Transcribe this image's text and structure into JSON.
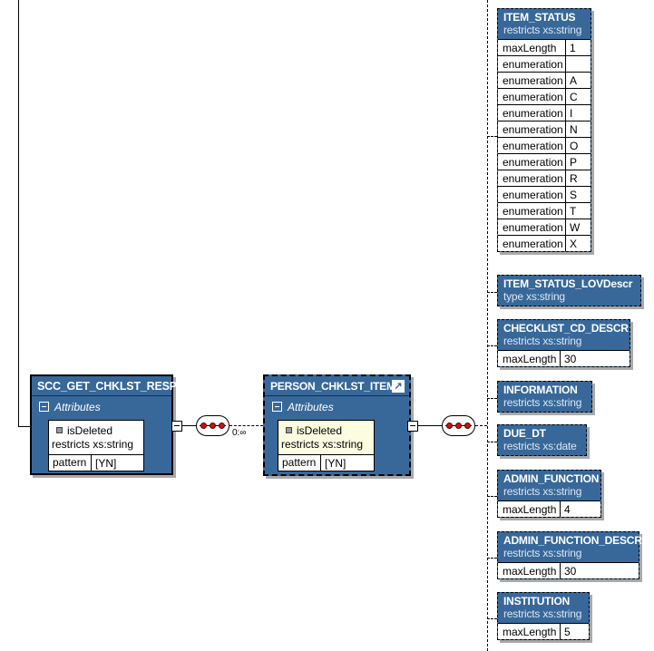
{
  "connector": {
    "multiplicity": "0:∞"
  },
  "icons": {
    "reference_arrow": "↗",
    "collapse": "minus-box",
    "sequence": "three-red-dots",
    "attribute_marker": "small-square"
  },
  "colors": {
    "header_blue": "#386899",
    "attr_panel_yellow": "#FCFCE1",
    "dot_red": "#CC1111",
    "shadow_gray": "#A9A9A9"
  },
  "scc_box": {
    "title": "SCC_GET_CHKLST_RESP",
    "section_label": "Attributes",
    "attribute": {
      "name": "isDeleted",
      "facet": "restricts xs:string",
      "rows": [
        {
          "name": "pattern",
          "value": "[YN]"
        }
      ]
    }
  },
  "person_box": {
    "title": "PERSON_CHKLST_ITEM",
    "section_label": "Attributes",
    "attribute": {
      "name": "isDeleted",
      "facet": "restricts xs:string",
      "rows": [
        {
          "name": "pattern",
          "value": "[YN]"
        }
      ]
    }
  },
  "elements": [
    {
      "title": "ITEM_STATUS",
      "subtitle": "restricts xs:string",
      "rows": [
        {
          "name": "maxLength",
          "value": "1"
        },
        {
          "name": "enumeration",
          "value": ""
        },
        {
          "name": "enumeration",
          "value": "A"
        },
        {
          "name": "enumeration",
          "value": "C"
        },
        {
          "name": "enumeration",
          "value": "I"
        },
        {
          "name": "enumeration",
          "value": "N"
        },
        {
          "name": "enumeration",
          "value": "O"
        },
        {
          "name": "enumeration",
          "value": "P"
        },
        {
          "name": "enumeration",
          "value": "R"
        },
        {
          "name": "enumeration",
          "value": "S"
        },
        {
          "name": "enumeration",
          "value": "T"
        },
        {
          "name": "enumeration",
          "value": "W"
        },
        {
          "name": "enumeration",
          "value": "X"
        }
      ]
    },
    {
      "title": "ITEM_STATUS_LOVDescr",
      "subtitle": "type xs:string",
      "rows": []
    },
    {
      "title": "CHECKLIST_CD_DESCR",
      "subtitle": "restricts xs:string",
      "rows": [
        {
          "name": "maxLength",
          "value": "30"
        }
      ]
    },
    {
      "title": "INFORMATION",
      "subtitle": "restricts xs:string",
      "rows": []
    },
    {
      "title": "DUE_DT",
      "subtitle": "restricts xs:date",
      "rows": []
    },
    {
      "title": "ADMIN_FUNCTION",
      "subtitle": "restricts xs:string",
      "rows": [
        {
          "name": "maxLength",
          "value": "4"
        }
      ]
    },
    {
      "title": "ADMIN_FUNCTION_DESCR",
      "subtitle": "restricts xs:string",
      "rows": [
        {
          "name": "maxLength",
          "value": "30"
        }
      ]
    },
    {
      "title": "INSTITUTION",
      "subtitle": "restricts xs:string",
      "rows": [
        {
          "name": "maxLength",
          "value": "5"
        }
      ]
    }
  ]
}
